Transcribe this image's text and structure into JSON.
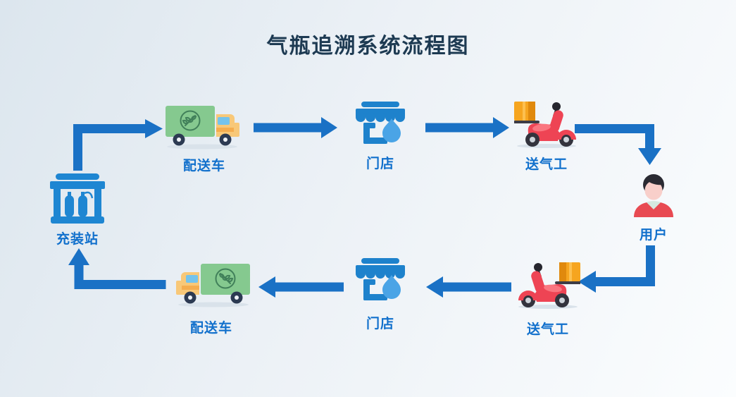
{
  "title": "气瓶追溯系统流程图",
  "colors": {
    "bg_start": "#dce6ee",
    "bg_end": "#fbfdfe",
    "title_text": "#1d3a52",
    "label_text": "#1170cc",
    "arrow": "#1a71c5",
    "station_blue": "#1e86d2",
    "store_blue": "#1e82cc",
    "flame_blue": "#4aa4e6",
    "truck_green": "#85c98f",
    "wheat_green": "#41805a",
    "cab_yellow": "#f8c878",
    "cab_stripe": "#f5ad4e",
    "window_blue": "#74c3ec",
    "wheel_dark": "#2c3a52",
    "scooter_red": "#ee4454",
    "scooter_light": "#fa7680",
    "box_orange": "#f6a51f",
    "box_shade": "#e0890d",
    "hair_dark": "#2a2a32",
    "face_skin": "#f8cfca",
    "collar_teal": "#d5e9e0",
    "shirt_red": "#e84a52",
    "shadow": "#d9e2ea"
  },
  "nodes": [
    {
      "id": "filling-station",
      "label": "充装站"
    },
    {
      "id": "delivery-truck-outbound",
      "label": "配送车"
    },
    {
      "id": "store-outbound",
      "label": "门店"
    },
    {
      "id": "gas-worker-outbound",
      "label": "送气工"
    },
    {
      "id": "user",
      "label": "用户"
    },
    {
      "id": "gas-worker-return",
      "label": "送气工"
    },
    {
      "id": "store-return",
      "label": "门店"
    },
    {
      "id": "delivery-truck-return",
      "label": "配送车"
    }
  ],
  "edges": [
    {
      "from": "充装站",
      "to": "配送车",
      "direction": "up-right"
    },
    {
      "from": "配送车",
      "to": "门店",
      "direction": "right"
    },
    {
      "from": "门店",
      "to": "送气工",
      "direction": "right"
    },
    {
      "from": "送气工",
      "to": "用户",
      "direction": "right-down"
    },
    {
      "from": "用户",
      "to": "送气工",
      "direction": "down-left"
    },
    {
      "from": "送气工",
      "to": "门店",
      "direction": "left"
    },
    {
      "from": "门店",
      "to": "配送车",
      "direction": "left"
    },
    {
      "from": "配送车",
      "to": "充装站",
      "direction": "left-up"
    }
  ]
}
